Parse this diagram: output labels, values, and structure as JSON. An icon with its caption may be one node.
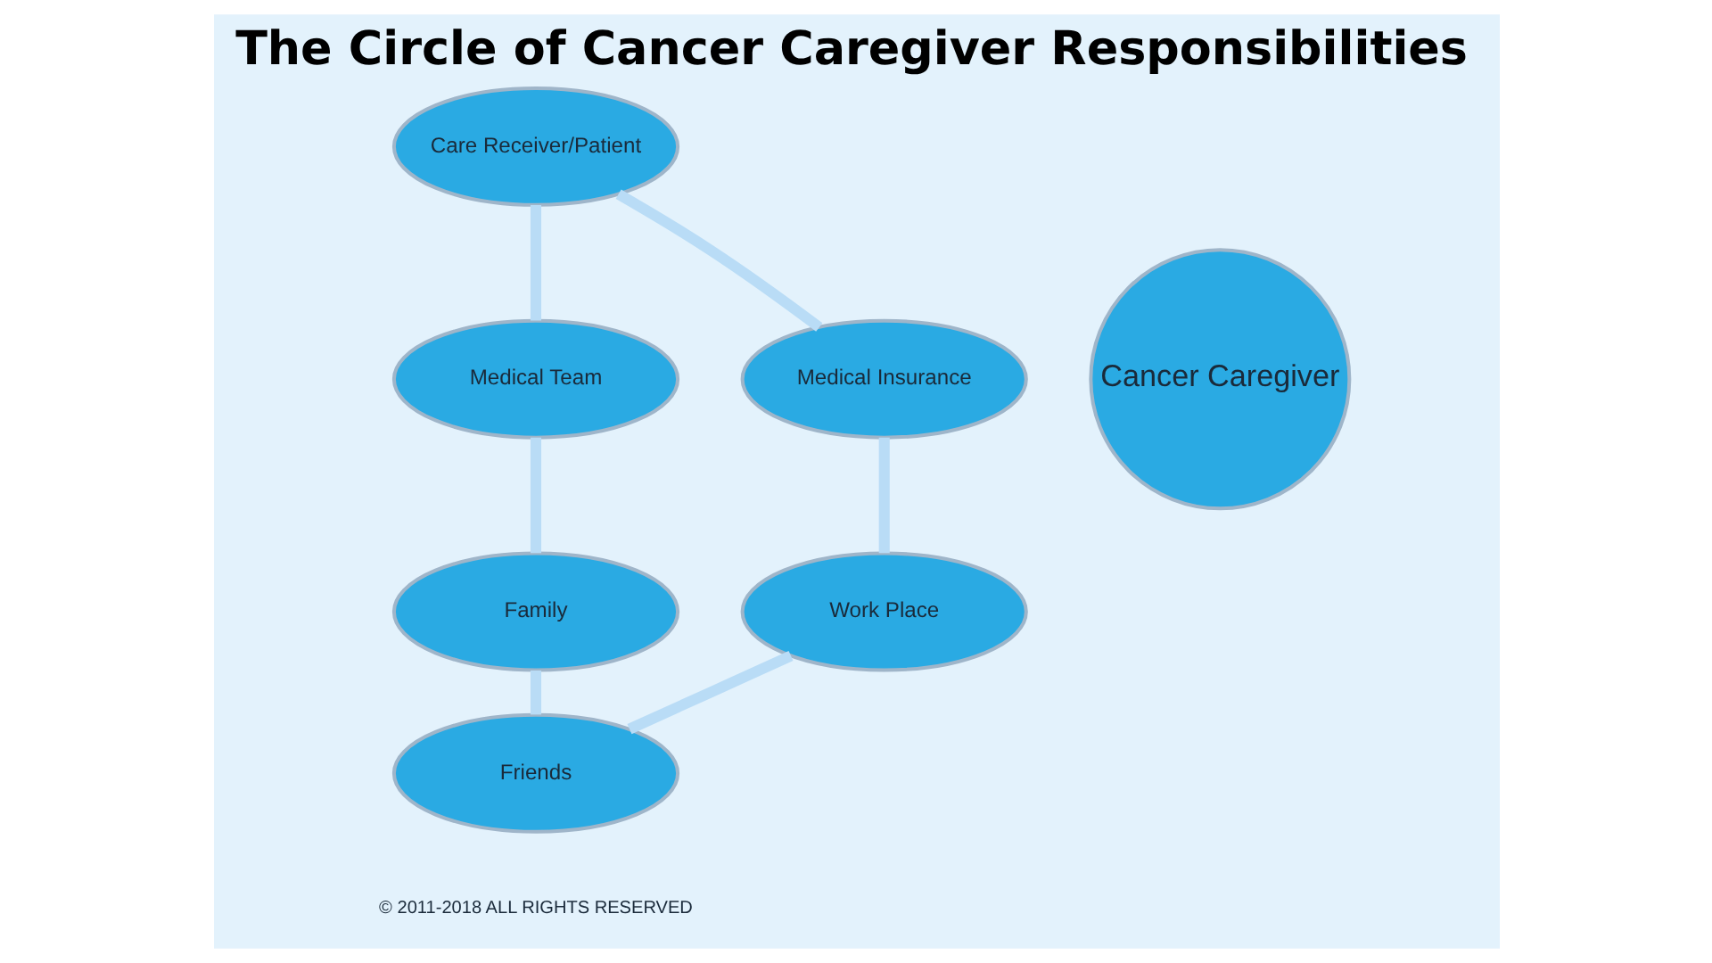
{
  "diagram": {
    "title": "The Circle of Cancer Caregiver Responsibilities",
    "nodes": [
      {
        "text": [
          "Care Receiver/Patient"
        ]
      },
      {
        "text": [
          "Medical Insurance"
        ]
      },
      {
        "text": [
          "Medical Team"
        ]
      },
      {
        "text": [
          "Cancer Caregiver"
        ]
      },
      {
        "text": [
          "Work Place"
        ]
      },
      {
        "text": [
          "Family"
        ]
      },
      {
        "text": [
          "Friends"
        ]
      }
    ],
    "edges": [
      {
        "from": 0,
        "to": 2,
        "arrow": "none"
      },
      {
        "from": 2,
        "to": 5,
        "arrow": "none"
      },
      {
        "from": 5,
        "to": 6,
        "arrow": "none"
      },
      {
        "from": 6,
        "to": 4,
        "arrow": "none"
      },
      {
        "from": 4,
        "to": 1,
        "arrow": "none"
      },
      {
        "from": 1,
        "to": 0,
        "arrow": "none"
      }
    ],
    "labels": [
      "© 2011-2018 ALL RIGHTS RESERVED"
    ]
  }
}
